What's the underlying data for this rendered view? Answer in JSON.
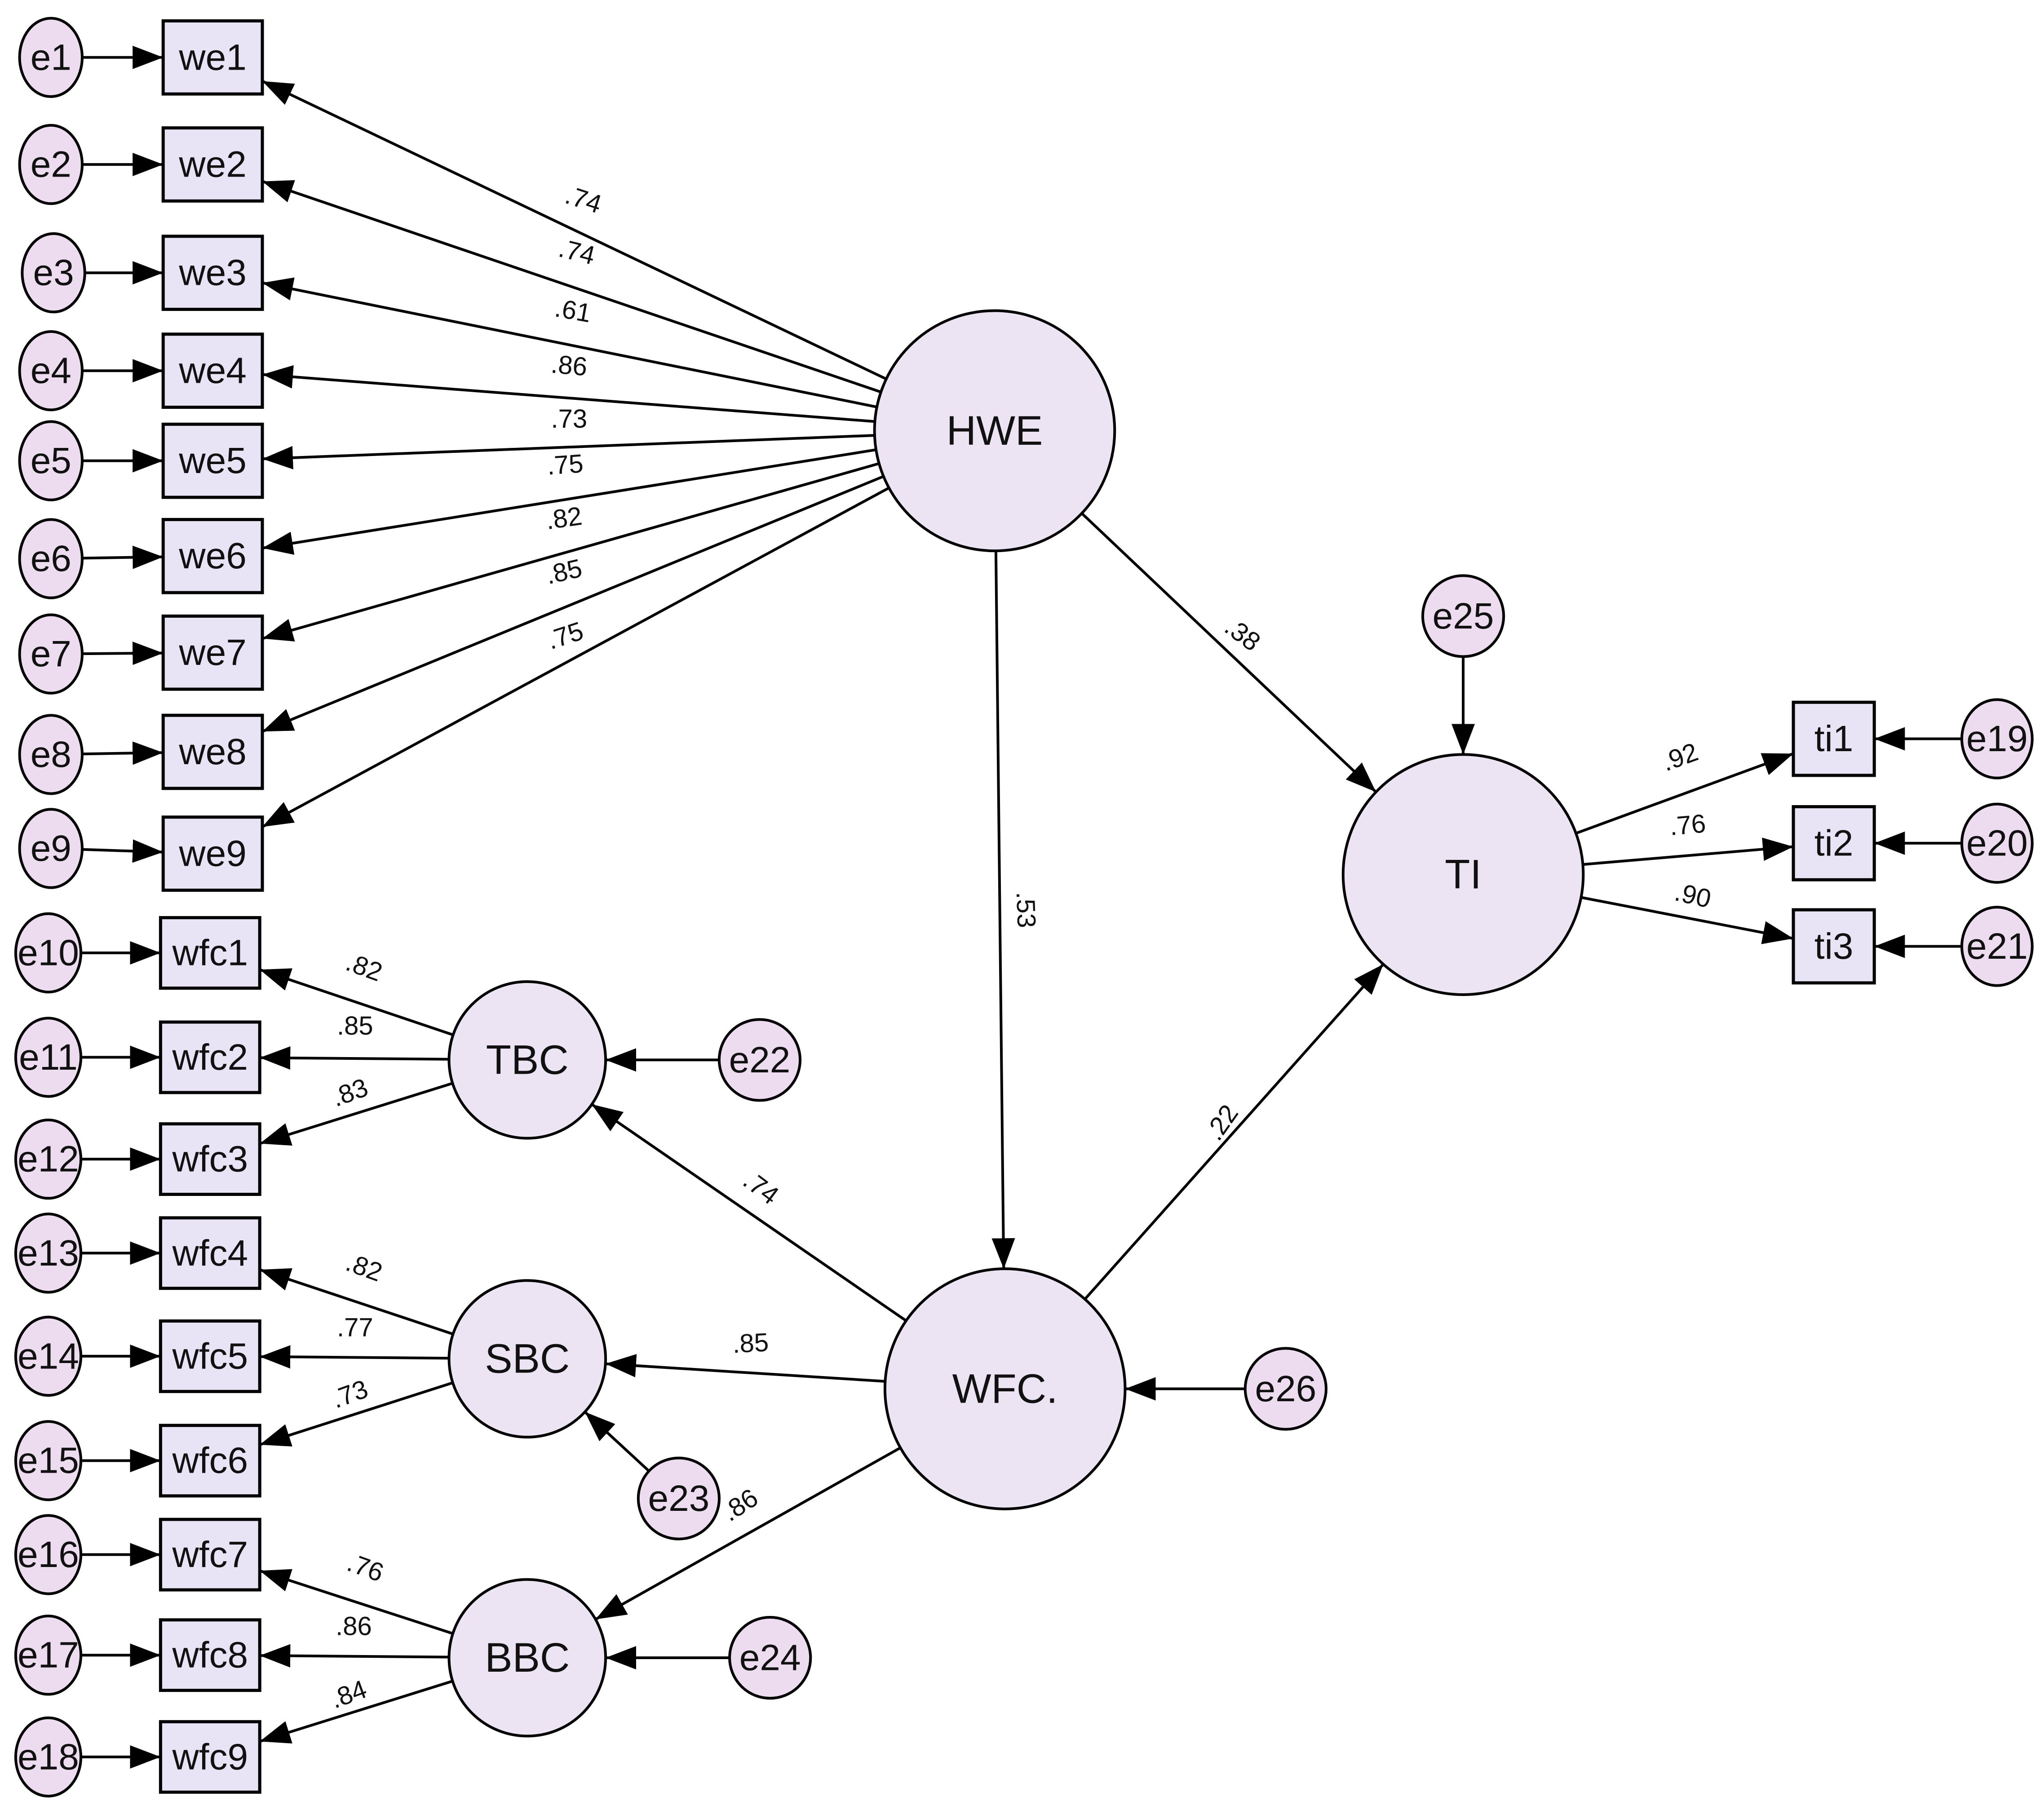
{
  "colors": {
    "latent_fill": "#ece3f3",
    "error_fill": "#eddcf0",
    "indicator_fill": "#e8e4f5",
    "stroke": "#000000"
  },
  "latents": [
    {
      "id": "HWE",
      "label": "HWE"
    },
    {
      "id": "TI",
      "label": "TI"
    },
    {
      "id": "TBC",
      "label": "TBC"
    },
    {
      "id": "SBC",
      "label": "SBC"
    },
    {
      "id": "BBC",
      "label": "BBC"
    },
    {
      "id": "WFC",
      "label": "WFC."
    }
  ],
  "indicators": [
    {
      "id": "we1",
      "label": "we1"
    },
    {
      "id": "we2",
      "label": "we2"
    },
    {
      "id": "we3",
      "label": "we3"
    },
    {
      "id": "we4",
      "label": "we4"
    },
    {
      "id": "we5",
      "label": "we5"
    },
    {
      "id": "we6",
      "label": "we6"
    },
    {
      "id": "we7",
      "label": "we7"
    },
    {
      "id": "we8",
      "label": "we8"
    },
    {
      "id": "we9",
      "label": "we9"
    },
    {
      "id": "wfc1",
      "label": "wfc1"
    },
    {
      "id": "wfc2",
      "label": "wfc2"
    },
    {
      "id": "wfc3",
      "label": "wfc3"
    },
    {
      "id": "wfc4",
      "label": "wfc4"
    },
    {
      "id": "wfc5",
      "label": "wfc5"
    },
    {
      "id": "wfc6",
      "label": "wfc6"
    },
    {
      "id": "wfc7",
      "label": "wfc7"
    },
    {
      "id": "wfc8",
      "label": "wfc8"
    },
    {
      "id": "wfc9",
      "label": "wfc9"
    },
    {
      "id": "ti1",
      "label": "ti1"
    },
    {
      "id": "ti2",
      "label": "ti2"
    },
    {
      "id": "ti3",
      "label": "ti3"
    }
  ],
  "errors": [
    {
      "id": "e1",
      "label": "e1",
      "target": "we1"
    },
    {
      "id": "e2",
      "label": "e2",
      "target": "we2"
    },
    {
      "id": "e3",
      "label": "e3",
      "target": "we3"
    },
    {
      "id": "e4",
      "label": "e4",
      "target": "we4"
    },
    {
      "id": "e5",
      "label": "e5",
      "target": "we5"
    },
    {
      "id": "e6",
      "label": "e6",
      "target": "we6"
    },
    {
      "id": "e7",
      "label": "e7",
      "target": "we7"
    },
    {
      "id": "e8",
      "label": "e8",
      "target": "we8"
    },
    {
      "id": "e9",
      "label": "e9",
      "target": "we9"
    },
    {
      "id": "e10",
      "label": "e10",
      "target": "wfc1"
    },
    {
      "id": "e11",
      "label": "e11",
      "target": "wfc2"
    },
    {
      "id": "e12",
      "label": "e12",
      "target": "wfc3"
    },
    {
      "id": "e13",
      "label": "e13",
      "target": "wfc4"
    },
    {
      "id": "e14",
      "label": "e14",
      "target": "wfc5"
    },
    {
      "id": "e15",
      "label": "e15",
      "target": "wfc6"
    },
    {
      "id": "e16",
      "label": "e16",
      "target": "wfc7"
    },
    {
      "id": "e17",
      "label": "e17",
      "target": "wfc8"
    },
    {
      "id": "e18",
      "label": "e18",
      "target": "wfc9"
    },
    {
      "id": "e19",
      "label": "e19",
      "target": "ti1"
    },
    {
      "id": "e20",
      "label": "e20",
      "target": "ti2"
    },
    {
      "id": "e21",
      "label": "e21",
      "target": "ti3"
    },
    {
      "id": "e22",
      "label": "e22",
      "target": "TBC"
    },
    {
      "id": "e23",
      "label": "e23",
      "target": "SBC"
    },
    {
      "id": "e24",
      "label": "e24",
      "target": "BBC"
    },
    {
      "id": "e25",
      "label": "e25",
      "target": "TI"
    },
    {
      "id": "e26",
      "label": "e26",
      "target": "WFC"
    }
  ],
  "paths": [
    {
      "from": "HWE",
      "to": "we1",
      "coef": ".74"
    },
    {
      "from": "HWE",
      "to": "we2",
      "coef": ".74"
    },
    {
      "from": "HWE",
      "to": "we3",
      "coef": ".61"
    },
    {
      "from": "HWE",
      "to": "we4",
      "coef": ".86"
    },
    {
      "from": "HWE",
      "to": "we5",
      "coef": ".73"
    },
    {
      "from": "HWE",
      "to": "we6",
      "coef": ".75"
    },
    {
      "from": "HWE",
      "to": "we7",
      "coef": ".82"
    },
    {
      "from": "HWE",
      "to": "we8",
      "coef": ".85"
    },
    {
      "from": "HWE",
      "to": "we9",
      "coef": ".75"
    },
    {
      "from": "HWE",
      "to": "TI",
      "coef": ".38"
    },
    {
      "from": "HWE",
      "to": "WFC",
      "coef": ".53"
    },
    {
      "from": "WFC",
      "to": "TI",
      "coef": ".22"
    },
    {
      "from": "WFC",
      "to": "TBC",
      "coef": ".74"
    },
    {
      "from": "WFC",
      "to": "SBC",
      "coef": ".85"
    },
    {
      "from": "WFC",
      "to": "BBC",
      "coef": ".86"
    },
    {
      "from": "TBC",
      "to": "wfc1",
      "coef": ".82"
    },
    {
      "from": "TBC",
      "to": "wfc2",
      "coef": ".85"
    },
    {
      "from": "TBC",
      "to": "wfc3",
      "coef": ".83"
    },
    {
      "from": "SBC",
      "to": "wfc4",
      "coef": ".82"
    },
    {
      "from": "SBC",
      "to": "wfc5",
      "coef": ".77"
    },
    {
      "from": "SBC",
      "to": "wfc6",
      "coef": ".73"
    },
    {
      "from": "BBC",
      "to": "wfc7",
      "coef": ".76"
    },
    {
      "from": "BBC",
      "to": "wfc8",
      "coef": ".86"
    },
    {
      "from": "BBC",
      "to": "wfc9",
      "coef": ".84"
    },
    {
      "from": "TI",
      "to": "ti1",
      "coef": ".92"
    },
    {
      "from": "TI",
      "to": "ti2",
      "coef": ".76"
    },
    {
      "from": "TI",
      "to": "ti3",
      "coef": ".90"
    }
  ]
}
